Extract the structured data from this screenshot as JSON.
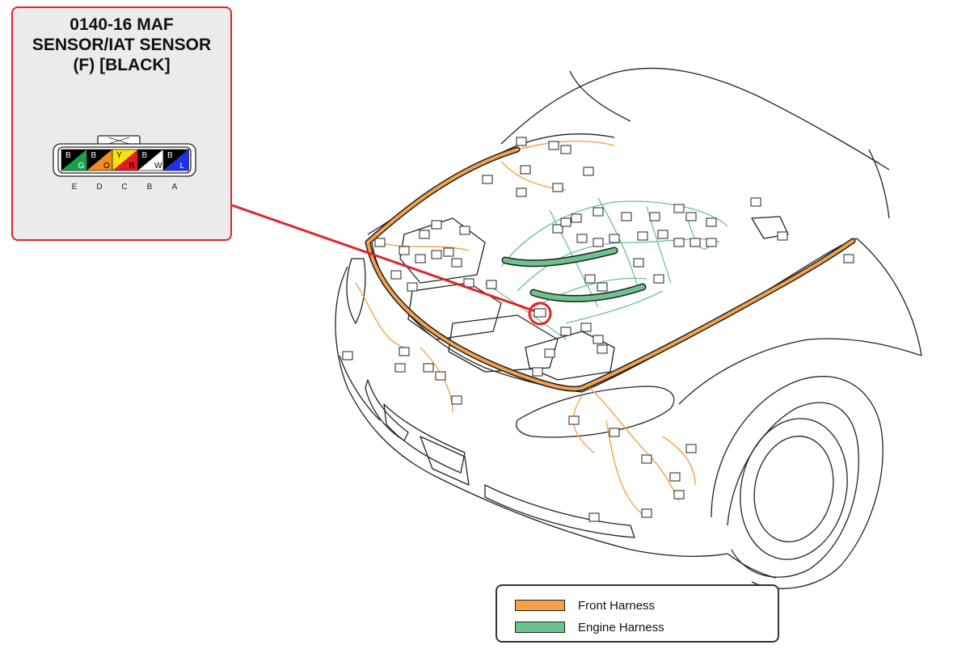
{
  "connector": {
    "title_line1": "0140-16 MAF",
    "title_line2": "SENSOR/IAT SENSOR",
    "title_line3": "(F) [BLACK]",
    "pin_letters": [
      "E",
      "D",
      "C",
      "B",
      "A"
    ],
    "wires": [
      {
        "pin": "E",
        "top": "B",
        "bottom": "G",
        "top_color": "#000000",
        "bottom_color": "#16a34a"
      },
      {
        "pin": "D",
        "top": "B",
        "bottom": "O",
        "top_color": "#000000",
        "bottom_color": "#f28c1c"
      },
      {
        "pin": "C",
        "top": "Y",
        "bottom": "R",
        "top_color": "#f5e600",
        "bottom_color": "#e31b1b"
      },
      {
        "pin": "B",
        "top": "B",
        "bottom": "W",
        "top_color": "#000000",
        "bottom_color": "#ffffff"
      },
      {
        "pin": "A",
        "top": "B",
        "bottom": "L",
        "top_color": "#000000",
        "bottom_color": "#1d2ff0"
      }
    ]
  },
  "legend": {
    "items": [
      {
        "label": "Front Harness",
        "color": "#f4a24a"
      },
      {
        "label": "Engine Harness",
        "color": "#6dc38d"
      }
    ]
  },
  "colors": {
    "callout": "#e0242c",
    "front_harness": "#f4a24a",
    "engine_harness": "#6dc38d",
    "outline": "#222222"
  }
}
